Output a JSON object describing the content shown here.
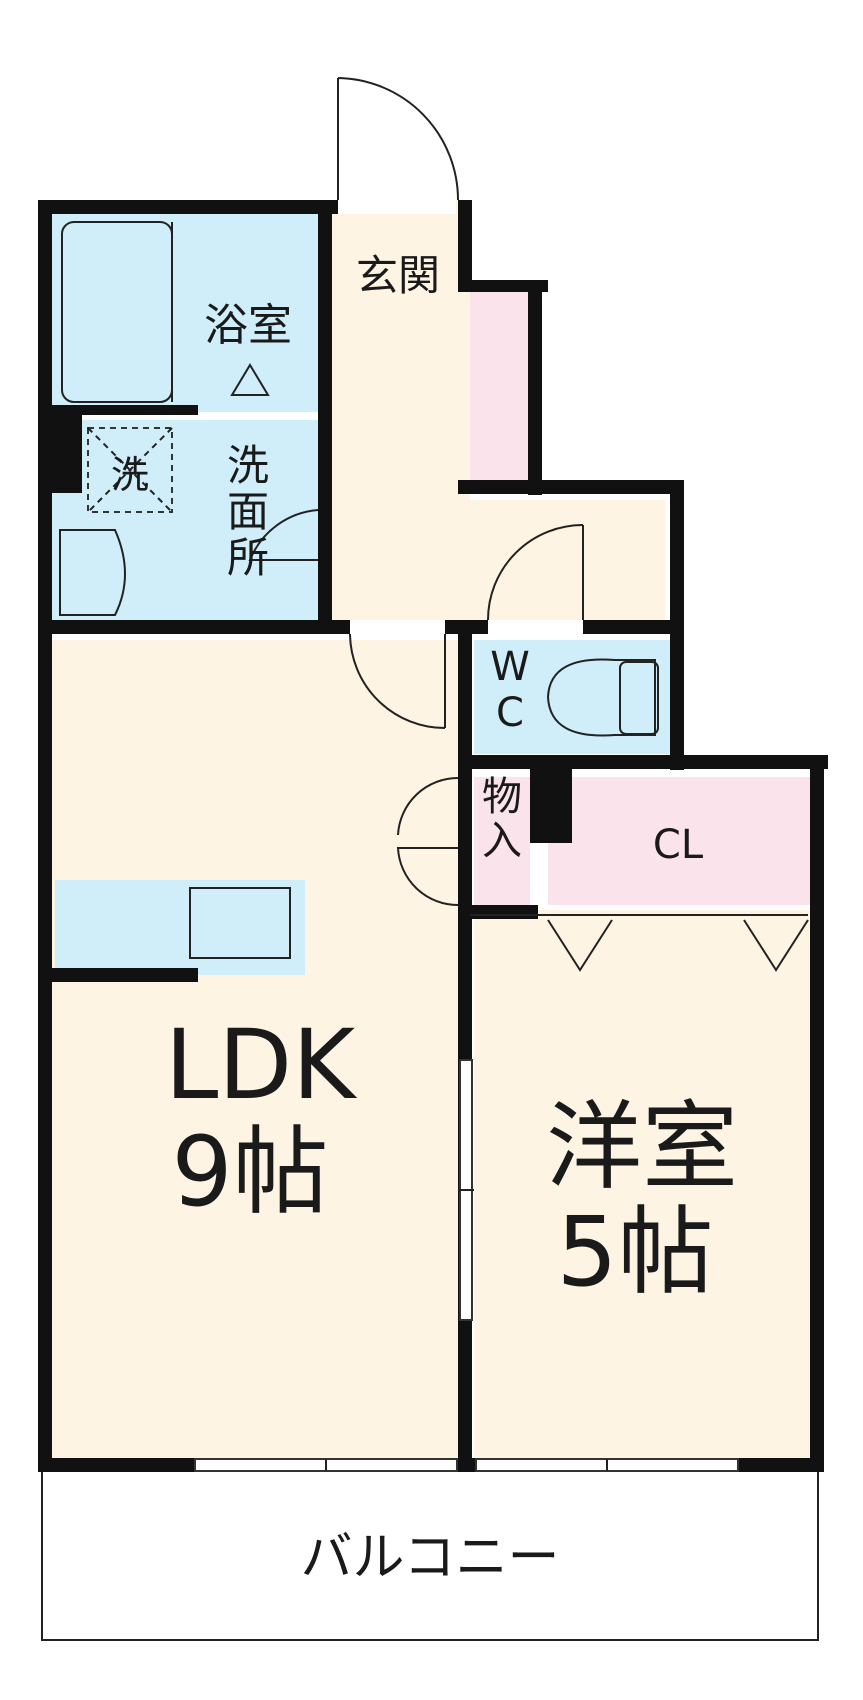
{
  "colors": {
    "floor_wood": "#fdf4e3",
    "floor_wet": "#cfeefa",
    "floor_storage": "#fbe3ec",
    "wall": "#111111",
    "balcony": "#ffffff"
  },
  "rooms": {
    "bath": "浴室",
    "laundry": "洗",
    "washroom": "洗面所",
    "entrance": "玄関",
    "toilet": "WC",
    "storage": "物入",
    "closet": "CL",
    "ldk_name": "LDK",
    "ldk_size": "9帖",
    "western_name": "洋室",
    "western_size": "5帖",
    "balcony": "バルコニー"
  }
}
